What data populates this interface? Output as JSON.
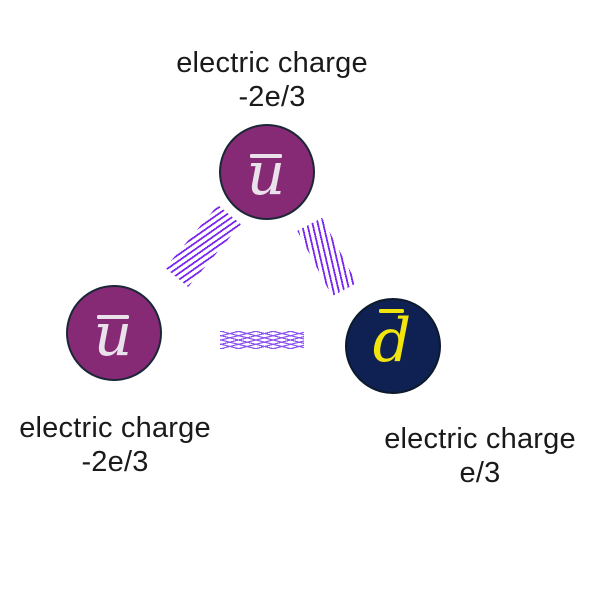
{
  "diagram": {
    "background": "#ffffff",
    "bond_hatch_color": "#7a28f0",
    "bond_weave_color": "#8d53f2"
  },
  "quarks": {
    "top": {
      "symbol": "u",
      "has_overbar": true,
      "fill": "#872a75",
      "letter_color": "#e9e2eb"
    },
    "left": {
      "symbol": "u",
      "has_overbar": true,
      "fill": "#872a75",
      "letter_color": "#e9e2eb"
    },
    "right": {
      "symbol": "d",
      "has_overbar": true,
      "fill": "#0e2152",
      "letter_color": "#f1e50d"
    }
  },
  "labels": {
    "top": {
      "line1": "electric charge",
      "line2": "-2e/3"
    },
    "bottom_left": {
      "line1": "electric charge",
      "line2": "-2e/3"
    },
    "bottom_right": {
      "line1": "electric charge",
      "line2": "e/3"
    }
  }
}
